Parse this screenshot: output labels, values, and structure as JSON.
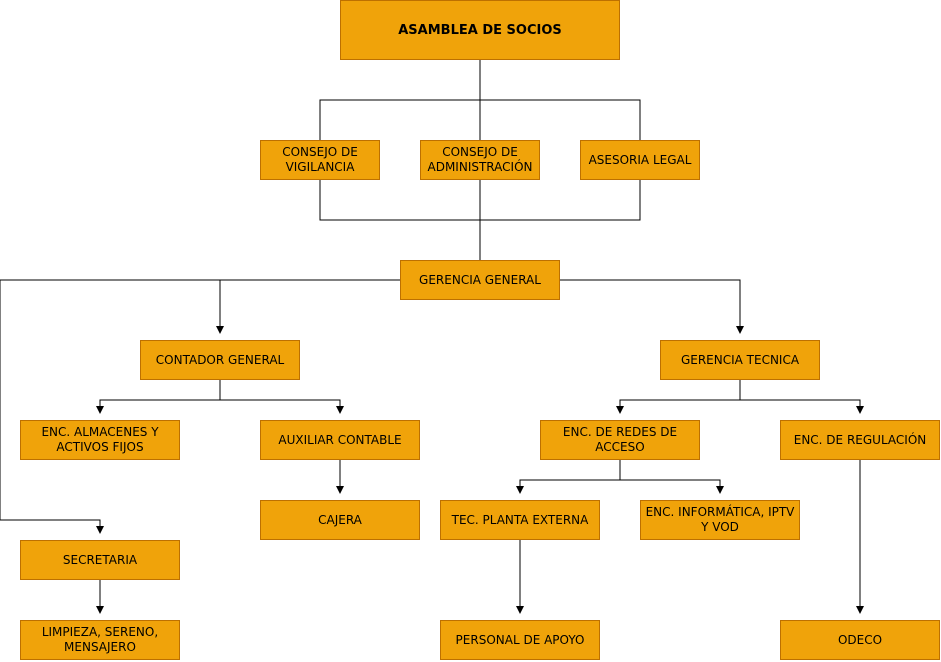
{
  "nodes": {
    "asamblea": "ASAMBLEA DE SOCIOS",
    "consejo_vigilancia": "CONSEJO DE\nVIGILANCIA",
    "consejo_administracion": "CONSEJO DE\nADMINISTRACIÓN",
    "asesoria_legal": "ASESORIA LEGAL",
    "gerencia_general": "GERENCIA GENERAL",
    "contador_general": "CONTADOR GENERAL",
    "gerencia_tecnica": "GERENCIA TECNICA",
    "enc_almacenes": "ENC. ALMACENES Y\nACTIVOS FIJOS",
    "auxiliar_contable": "AUXILIAR CONTABLE",
    "enc_redes": "ENC. DE REDES DE\nACCESO",
    "enc_regulacion": "ENC. DE REGULACIÓN",
    "cajera": "CAJERA",
    "tec_planta": "TEC. PLANTA EXTERNA",
    "enc_informatica": "ENC. INFORMÁTICA, IPTV\nY VOD",
    "secretaria": "SECRETARIA",
    "limpieza": "LIMPIEZA, SERENO,\nMENSAJERO",
    "personal_apoyo": "PERSONAL DE APOYO",
    "odeco": "ODECO"
  },
  "colors": {
    "box_fill": "#f0a30a",
    "box_border": "#bd7000",
    "line": "#000000"
  }
}
